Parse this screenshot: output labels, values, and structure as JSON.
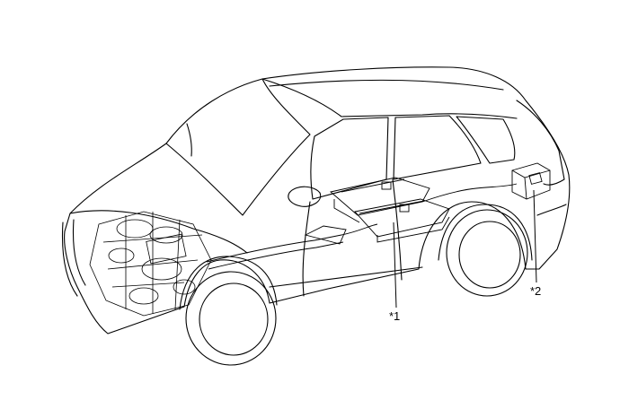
{
  "diagram": {
    "callouts": [
      {
        "id": "callout-1",
        "label": "*1"
      },
      {
        "id": "callout-2",
        "label": "*2"
      }
    ],
    "colors": {
      "line": "#000000",
      "background": "#ffffff"
    }
  }
}
